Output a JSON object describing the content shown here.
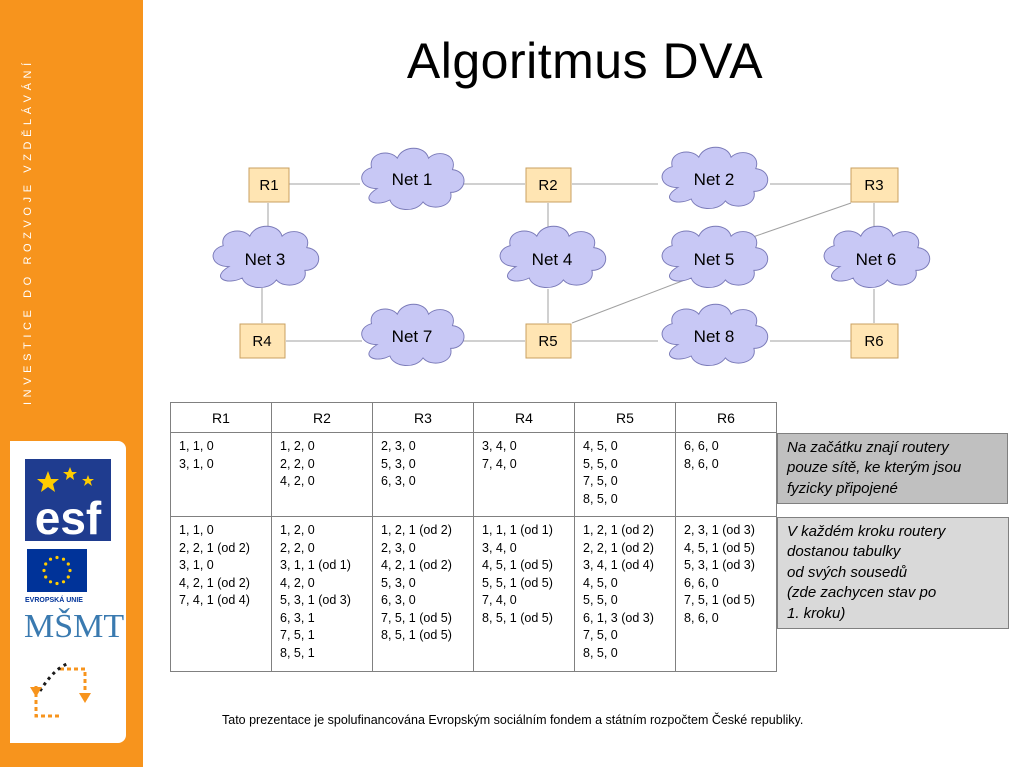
{
  "sidebar": {
    "vertical_text": "INVESTICE DO ROZVOJE VZDĚLÁVÁNÍ"
  },
  "logos": {
    "esf_text": "esf",
    "eu_text": "EVROPSKÁ UNIE",
    "msmt_text": "MŠMT"
  },
  "title": "Algoritmus DVA",
  "network": {
    "routers": [
      "R1",
      "R2",
      "R3",
      "R4",
      "R5",
      "R6"
    ],
    "nets": [
      "Net 1",
      "Net 2",
      "Net 3",
      "Net 4",
      "Net 5",
      "Net 6",
      "Net 7",
      "Net 8"
    ],
    "colors": {
      "router_fill": "#ffe5b3",
      "router_stroke": "#c8a060",
      "cloud_fill": "#c8c8f5",
      "cloud_stroke": "#7a7ab8",
      "link": "#a0a0a0"
    }
  },
  "table": {
    "headers": [
      "R1",
      "R2",
      "R3",
      "R4",
      "R5",
      "R6"
    ],
    "rows": [
      {
        "cells": [
          "1, 1, 0\n3, 1, 0",
          "1, 2, 0\n2, 2, 0\n4, 2, 0",
          "2, 3, 0\n5, 3, 0\n6, 3, 0",
          "3, 4, 0\n7, 4, 0",
          "4, 5, 0\n5, 5, 0\n7, 5, 0\n8, 5, 0",
          "6, 6, 0\n8, 6, 0"
        ],
        "note": "Na začátku znají routery\npouze sítě, ke kterým jsou\nfyzicky připojené"
      },
      {
        "cells": [
          "1, 1, 0\n2, 2, 1 (od 2)\n3, 1, 0\n4, 2, 1 (od 2)\n7, 4, 1 (od 4)",
          "1, 2, 0\n2, 2, 0\n3, 1, 1 (od 1)\n4, 2, 0\n5, 3, 1 (od 3)\n6, 3, 1\n7, 5, 1\n8, 5, 1",
          "1, 2, 1 (od 2)\n2, 3, 0\n4, 2, 1 (od 2)\n5, 3, 0\n6, 3, 0\n7, 5, 1 (od 5)\n8, 5, 1 (od 5)",
          "1, 1, 1 (od 1)\n3, 4, 0\n4, 5, 1 (od 5)\n5, 5, 1 (od 5)\n7, 4, 0\n8, 5, 1 (od 5)",
          "1, 2, 1 (od 2)\n2, 2, 1 (od 2)\n3, 4, 1 (od 4)\n4, 5, 0\n5, 5, 0\n6, 1, 3 (od 3)\n7, 5, 0\n8, 5, 0",
          "2, 3, 1 (od 3)\n4, 5, 1 (od 5)\n5, 3, 1 (od 3)\n6, 6, 0\n7, 5, 1 (od 5)\n8, 6, 0"
        ],
        "note": "V každém  kroku routery\ndostanou tabulky\nod svých sousedů\n(zde zachycen stav po\n1. kroku)"
      }
    ]
  },
  "footer": "Tato prezentace je spolufinancována Evropským sociálním fondem a státním rozpočtem České republiky.",
  "colors": {
    "sidebar": "#f7941d",
    "esf_blue": "#1f3c8f",
    "eu_blue": "#003399",
    "eu_star": "#ffcc00",
    "note_dark": "#c0c0c0",
    "note_light": "#d9d9d9"
  }
}
